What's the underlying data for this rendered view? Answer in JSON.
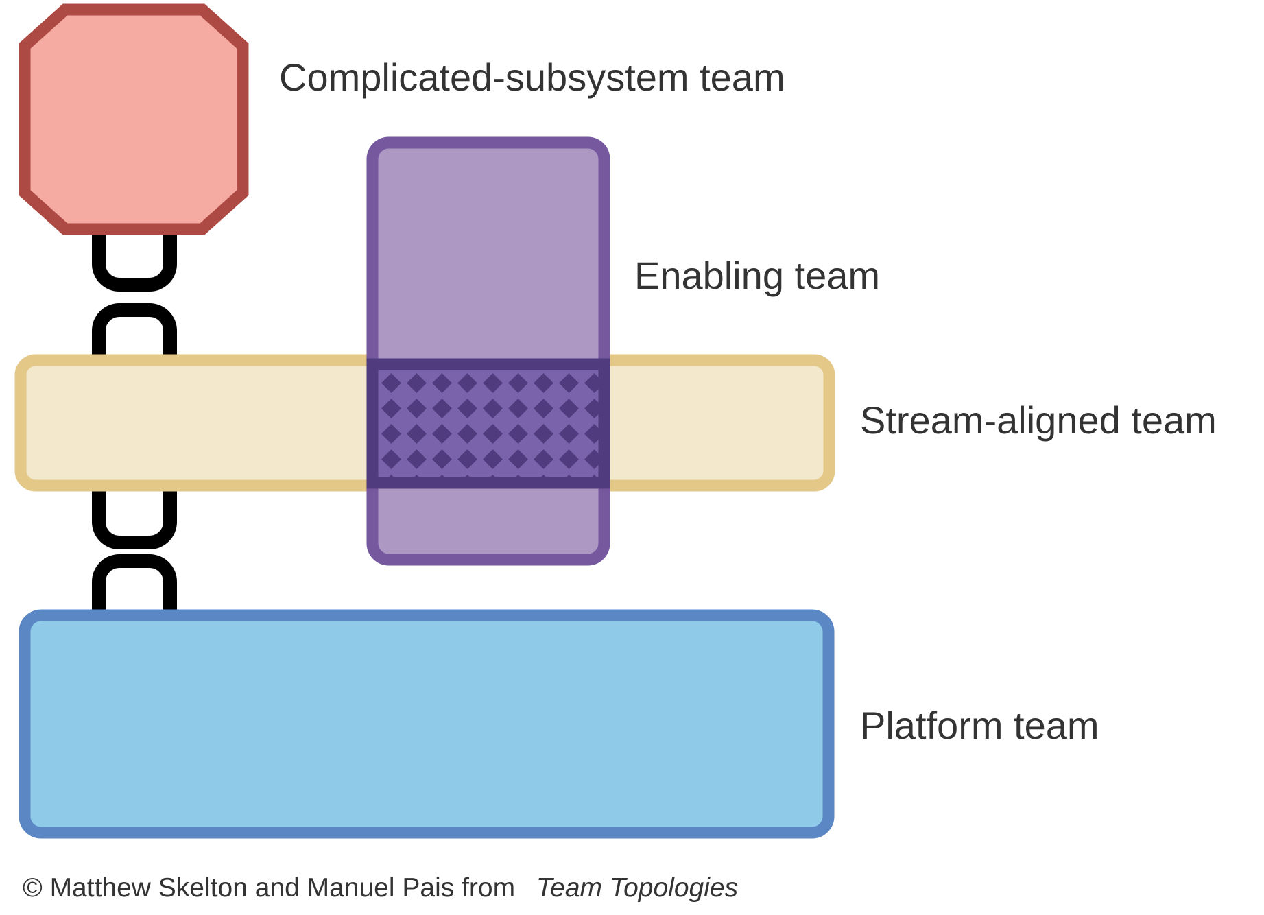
{
  "labels": {
    "complicated_subsystem": "Complicated-subsystem team",
    "enabling": "Enabling team",
    "stream_aligned": "Stream-aligned team",
    "platform": "Platform team"
  },
  "footer": {
    "copyright_text": "© Matthew Skelton and Manuel Pais from",
    "book_title": "Team Topologies"
  },
  "colors": {
    "complicated_subsystem_fill": "#F5ABA2",
    "complicated_subsystem_stroke": "#AD4A44",
    "enabling_fill": "#AD97C3",
    "enabling_stroke": "#76589E",
    "stream_aligned_fill": "#F4E8CC",
    "stream_aligned_stroke": "#E3C887",
    "platform_fill": "#8FCBE8",
    "platform_stroke": "#5C87C5",
    "overlap_fill": "#7A63AA",
    "overlap_stroke": "#503B7E",
    "chain": "#000000",
    "text": "#333333"
  }
}
